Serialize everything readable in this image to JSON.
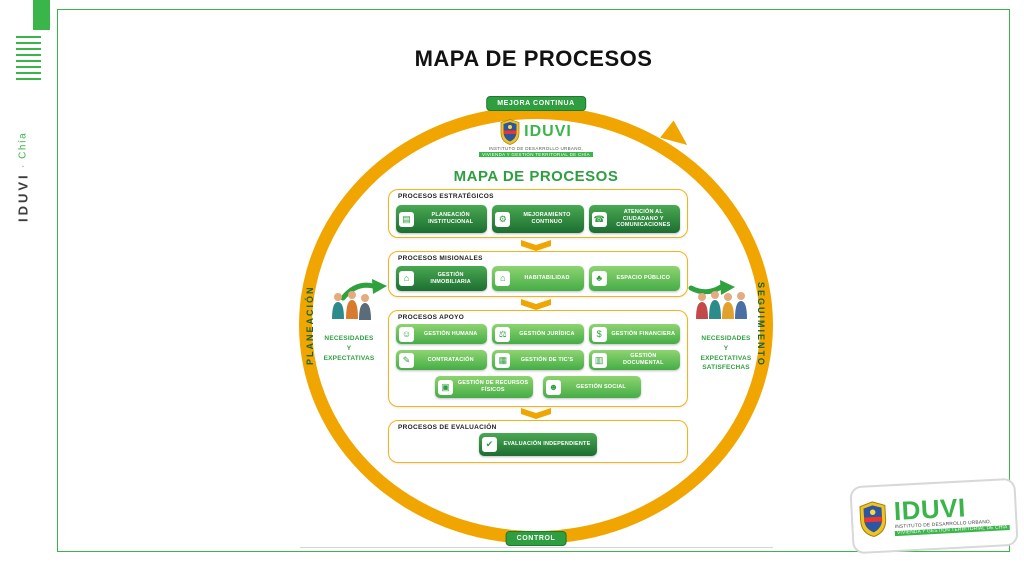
{
  "slide": {
    "title": "MAPA DE PROCESOS"
  },
  "side_brand": {
    "name": "IDUVI",
    "location": "· Chía"
  },
  "diagram": {
    "ring": {
      "top_label": "MEJORA CONTINUA",
      "bottom_label": "CONTROL",
      "left_label": "PLANEACIÓN",
      "right_label": "SEGUIMIENTO"
    },
    "inner_logo": {
      "name": "IDUVI",
      "line1": "INSTITUTO DE DESARROLLO URBANO,",
      "line2": "VIVIENDA Y GESTIÓN TERRITORIAL DE CHÍA"
    },
    "inner_title": "MAPA DE PROCESOS",
    "left_caption": "NECESIDADES\nY\nEXPECTATIVAS",
    "right_caption": "NECESIDADES\nY\nEXPECTATIVAS\nSATISFECHAS",
    "sections": {
      "estrategicos": {
        "label": "PROCESOS ESTRATÉGICOS",
        "items": [
          {
            "label": "PLANEACIÓN INSTITUCIONAL",
            "glyph": "▤"
          },
          {
            "label": "MEJORAMIENTO CONTINUO",
            "glyph": "⚙"
          },
          {
            "label": "ATENCIÓN AL CIUDADANO Y COMUNICACIONES",
            "glyph": "☎"
          }
        ]
      },
      "misionales": {
        "label": "PROCESOS MISIONALES",
        "items": [
          {
            "label": "GESTIÓN INMOBILIARIA",
            "glyph": "⌂"
          },
          {
            "label": "HABITABILIDAD",
            "glyph": "⌂"
          },
          {
            "label": "ESPACIO PÚBLICO",
            "glyph": "♣"
          }
        ]
      },
      "apoyo": {
        "label": "PROCESOS APOYO",
        "items": [
          {
            "label": "GESTIÓN HUMANA",
            "glyph": "☺"
          },
          {
            "label": "GESTIÓN JURÍDICA",
            "glyph": "⚖"
          },
          {
            "label": "GESTIÓN FINANCIERA",
            "glyph": "$"
          },
          {
            "label": "CONTRATACIÓN",
            "glyph": "✎"
          },
          {
            "label": "GESTIÓN DE TIC'S",
            "glyph": "▦"
          },
          {
            "label": "GESTIÓN DOCUMENTAL",
            "glyph": "▥"
          },
          {
            "label": "GESTIÓN DE RECURSOS FÍSICOS",
            "glyph": "▣"
          },
          {
            "label": "GESTIÓN SOCIAL",
            "glyph": "☻"
          }
        ]
      },
      "evaluacion": {
        "label": "PROCESOS DE EVALUACIÓN",
        "items": [
          {
            "label": "EVALUACIÓN INDEPENDIENTE",
            "glyph": "✔"
          }
        ]
      }
    }
  },
  "footer_logo": {
    "name": "IDUVI",
    "line1": "INSTITUTO DE DESARROLLO URBANO,",
    "line2": "VIVIENDA Y GESTIÓN TERRITORIAL DE CHÍA"
  },
  "colors": {
    "brand_green": "#3ab54a",
    "dark_green": "#1c6e31",
    "ring_orange": "#f0a500"
  }
}
